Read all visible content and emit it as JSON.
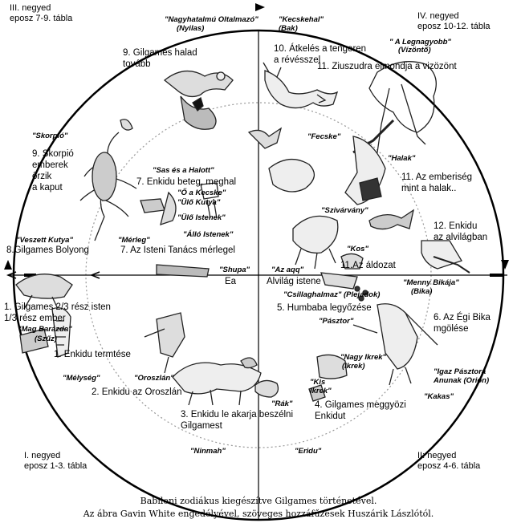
{
  "quarters": {
    "q1": {
      "line1": "I. negyed",
      "line2": "eposz 1-3. tábla"
    },
    "q2": {
      "line1": "II: negyed",
      "line2": "eposz 4-6. tábla"
    },
    "q3": {
      "line1": "III. negyed",
      "line2": "eposz 7-9. tábla"
    },
    "q4": {
      "line1": "IV. negyed",
      "line2": "eposz 10-12. tábla"
    }
  },
  "constellations": {
    "nagyhatalmu": "\"Nagyhatalmú Oltalmazó\"",
    "nyilas": "(Nyilas)",
    "kecskehal": "\"Kecskehal\"",
    "bak": "(Bak)",
    "legnagyobb": "\" A Legnagyobb\"",
    "vizonto": "(Vízöntő)",
    "skorpio": "\"Skorpió\"",
    "fecske": "\"Fecske\"",
    "halak": "\"Halak\"",
    "sas": "\"Sas és a Halott\"",
    "o_kecske": "\"Ő a Kecske\"",
    "ulo_kutya": "\"Ülő Kutya\"",
    "ulo_istenek": "\"Ülő Istenek\"",
    "allo_istenek": "\"Álló Istenek\"",
    "szivarvany": "\"Szivárvány\"",
    "veszett_kutya": "\"Veszett Kutya\"",
    "merleg": "\"Mérleg\"",
    "kos": "\"Kos\"",
    "shupa": "\"Shupa\"",
    "az_aqq": "\"Az aqq\"",
    "menny_bikaja": "\"Menny Bikája\"",
    "bika": "(Bika)",
    "csillaghalmaz": "\"Csillaghalmaz\" (Plejadok)",
    "pasztor": "\"Pásztor\"",
    "mag_barazda": "\"Mag Barázda\"",
    "szuz": "(Szűz)",
    "igaz_pasztora": "\"Igaz Pásztora",
    "anunak": "Anunak (Orion)",
    "kakas": "\"Kakas\"",
    "melyseg": "\"Mélység\"",
    "oroszlan": "\"Oroszlán\"",
    "nagy_ikrek": "\"Nagy Ikrek\"",
    "nagy_ikrek2": "(Ikrek)",
    "kis_ikrek": "\"Kis",
    "kis_ikrek2": "Ikrek\"",
    "rak": "\"Rák\"",
    "ninmah": "\"Ninmah\"",
    "eridu": "\"Eridu\""
  },
  "story": {
    "s9a": "9. Gilgames halad",
    "s9b": "tovább",
    "s10a": "10. Átkelés a tengeren",
    "s10b": "a révésszel",
    "s11": "11. Ziuszudra elmondja a vizözönt",
    "s9sa": "9. Skorpió",
    "s9sb": "emberek",
    "s9sc": "őrzik",
    "s9sd": "a kaput",
    "s7a": "7. Enkidu beteg, meghal",
    "s11ea": "11. Az emberiség",
    "s11eb": "mint a halak..",
    "s12a": "12. Enkidu",
    "s12b": "az alvilágban",
    "s8": "8.Gilgames Bolyong",
    "s7b": "7. Az Isteni Tanács mérlegel",
    "s11c": "11.Az áldozat",
    "ea": "Ea",
    "alvilag": "Alvilág istene",
    "s1a": "1. Gilgames 2/3 rész isten",
    "s1b": "1/3 rész ember",
    "s5": "5. Humbaba legyőzése",
    "s6a": "6. Az Égi Bika",
    "s6b": "mgölése",
    "s1e": "1. Enkidu termtése",
    "s2": "2. Enkidu az Oroszlán",
    "s4a": "4. Gilgames meggyözi",
    "s4b": "Enkidut",
    "s3a": "3. Enkidu le akarja beszélni",
    "s3b": "Gilgamest"
  },
  "caption": {
    "line1": "Babiloni zodiákus kiegészítve Gilgames történetével.",
    "line2": "Az ábra Gavin White engedélyével, szöveges hozzáfűzések Huszárik Lászlótól."
  }
}
